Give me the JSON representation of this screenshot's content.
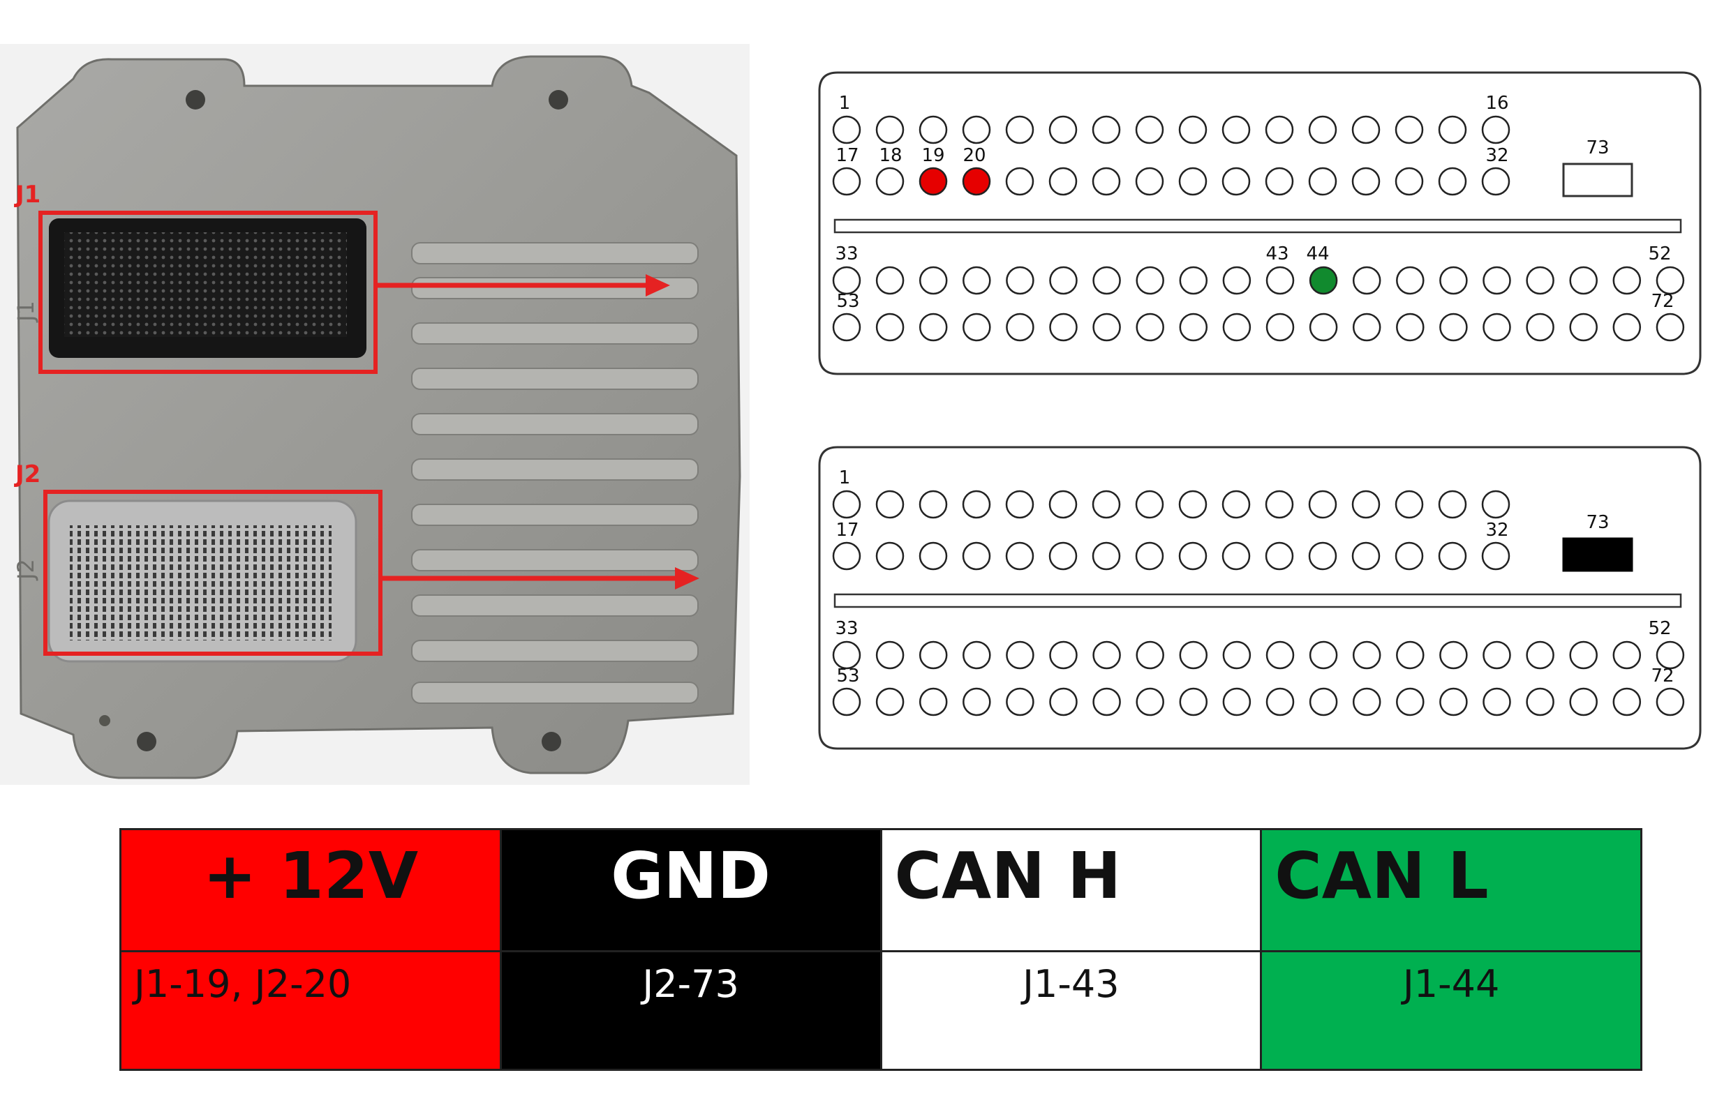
{
  "photo": {
    "connectors": [
      {
        "label": "J1",
        "box_color": "#e52222"
      },
      {
        "label": "J2",
        "box_color": "#e52222"
      }
    ],
    "side_labels": [
      "J1",
      "J2"
    ]
  },
  "pinouts": [
    {
      "connector": "J1",
      "labels": [
        "1",
        "16",
        "17",
        "18",
        "19",
        "20",
        "32",
        "73",
        "33",
        "43",
        "44",
        "52",
        "53",
        "72"
      ],
      "highlighted_pins": [
        {
          "pin": 19,
          "color": "#e60000"
        },
        {
          "pin": 20,
          "color": "#e60000"
        },
        {
          "pin": 44,
          "color": "#118a2e"
        }
      ],
      "pin73_filled": false
    },
    {
      "connector": "J2",
      "labels": [
        "1",
        "17",
        "32",
        "73",
        "33",
        "52",
        "53",
        "72"
      ],
      "highlighted_pins": [],
      "pin73_filled": true
    }
  ],
  "legend": {
    "columns": [
      {
        "signal": "+ 12V",
        "pins": "J1-19, J2-20",
        "bg": "#ff0000"
      },
      {
        "signal": "GND",
        "pins": "J2-73",
        "bg": "#000000"
      },
      {
        "signal": "CAN H",
        "pins": "J1-43",
        "bg": "#ffffff"
      },
      {
        "signal": "CAN L",
        "pins": "J1-44",
        "bg": "#00b050"
      }
    ]
  },
  "colors": {
    "connector_box": "#e52222",
    "pin_outline": "#222222",
    "power": "#ff0000",
    "can_low": "#00b050"
  }
}
